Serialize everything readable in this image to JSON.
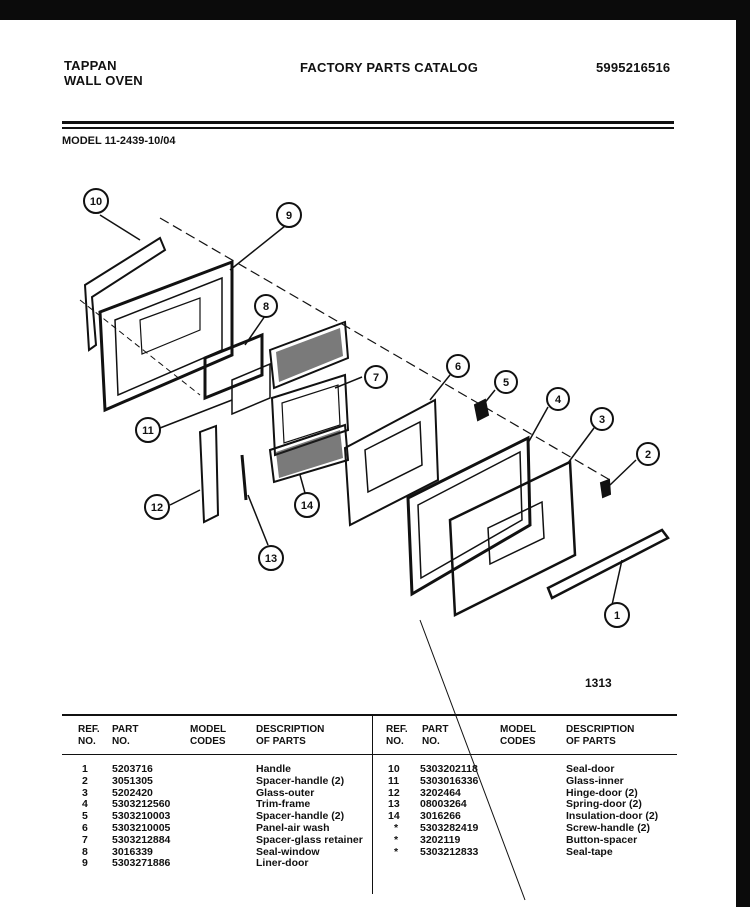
{
  "header": {
    "brand": "TAPPAN",
    "product": "WALL OVEN",
    "catalog_title": "FACTORY PARTS CATALOG",
    "catalog_number": "5995216516"
  },
  "model_line": "MODEL 11-2439-10/04",
  "figure_code": "1313",
  "callouts": [
    "1",
    "2",
    "3",
    "4",
    "5",
    "6",
    "8",
    "9",
    "10",
    "11",
    "12",
    "13",
    "14"
  ],
  "table": {
    "headers": {
      "ref": "REF.\nNO.",
      "part": "PART\nNO.",
      "model": "MODEL\nCODES",
      "desc": "DESCRIPTION\nOF PARTS"
    },
    "left_rows": [
      {
        "ref": "1",
        "part": "5203716",
        "model": "",
        "desc": "Handle"
      },
      {
        "ref": "2",
        "part": "3051305",
        "model": "",
        "desc": "Spacer-handle (2)"
      },
      {
        "ref": "3",
        "part": "5202420",
        "model": "",
        "desc": "Glass-outer"
      },
      {
        "ref": "4",
        "part": "5303212560",
        "model": "",
        "desc": "Trim-frame"
      },
      {
        "ref": "5",
        "part": "5303210003",
        "model": "",
        "desc": "Spacer-handle (2)"
      },
      {
        "ref": "6",
        "part": "5303210005",
        "model": "",
        "desc": "Panel-air wash"
      },
      {
        "ref": "7",
        "part": "5303212884",
        "model": "",
        "desc": "Spacer-glass retainer"
      },
      {
        "ref": "8",
        "part": "3016339",
        "model": "",
        "desc": "Seal-window"
      },
      {
        "ref": "9",
        "part": "5303271886",
        "model": "",
        "desc": "Liner-door"
      }
    ],
    "right_rows": [
      {
        "ref": "10",
        "part": "5303202118",
        "model": "",
        "desc": "Seal-door"
      },
      {
        "ref": "11",
        "part": "5303016336",
        "model": "",
        "desc": "Glass-inner"
      },
      {
        "ref": "12",
        "part": "3202464",
        "model": "",
        "desc": "Hinge-door (2)"
      },
      {
        "ref": "13",
        "part": "08003264",
        "model": "",
        "desc": "Spring-door (2)"
      },
      {
        "ref": "14",
        "part": "3016266",
        "model": "",
        "desc": "Insulation-door (2)"
      },
      {
        "ref": "*",
        "part": "5303282419",
        "model": "",
        "desc": "Screw-handle (2)"
      },
      {
        "ref": "*",
        "part": "3202119",
        "model": "",
        "desc": "Button-spacer"
      },
      {
        "ref": "*",
        "part": "5303212833",
        "model": "",
        "desc": "Seal-tape"
      }
    ]
  }
}
